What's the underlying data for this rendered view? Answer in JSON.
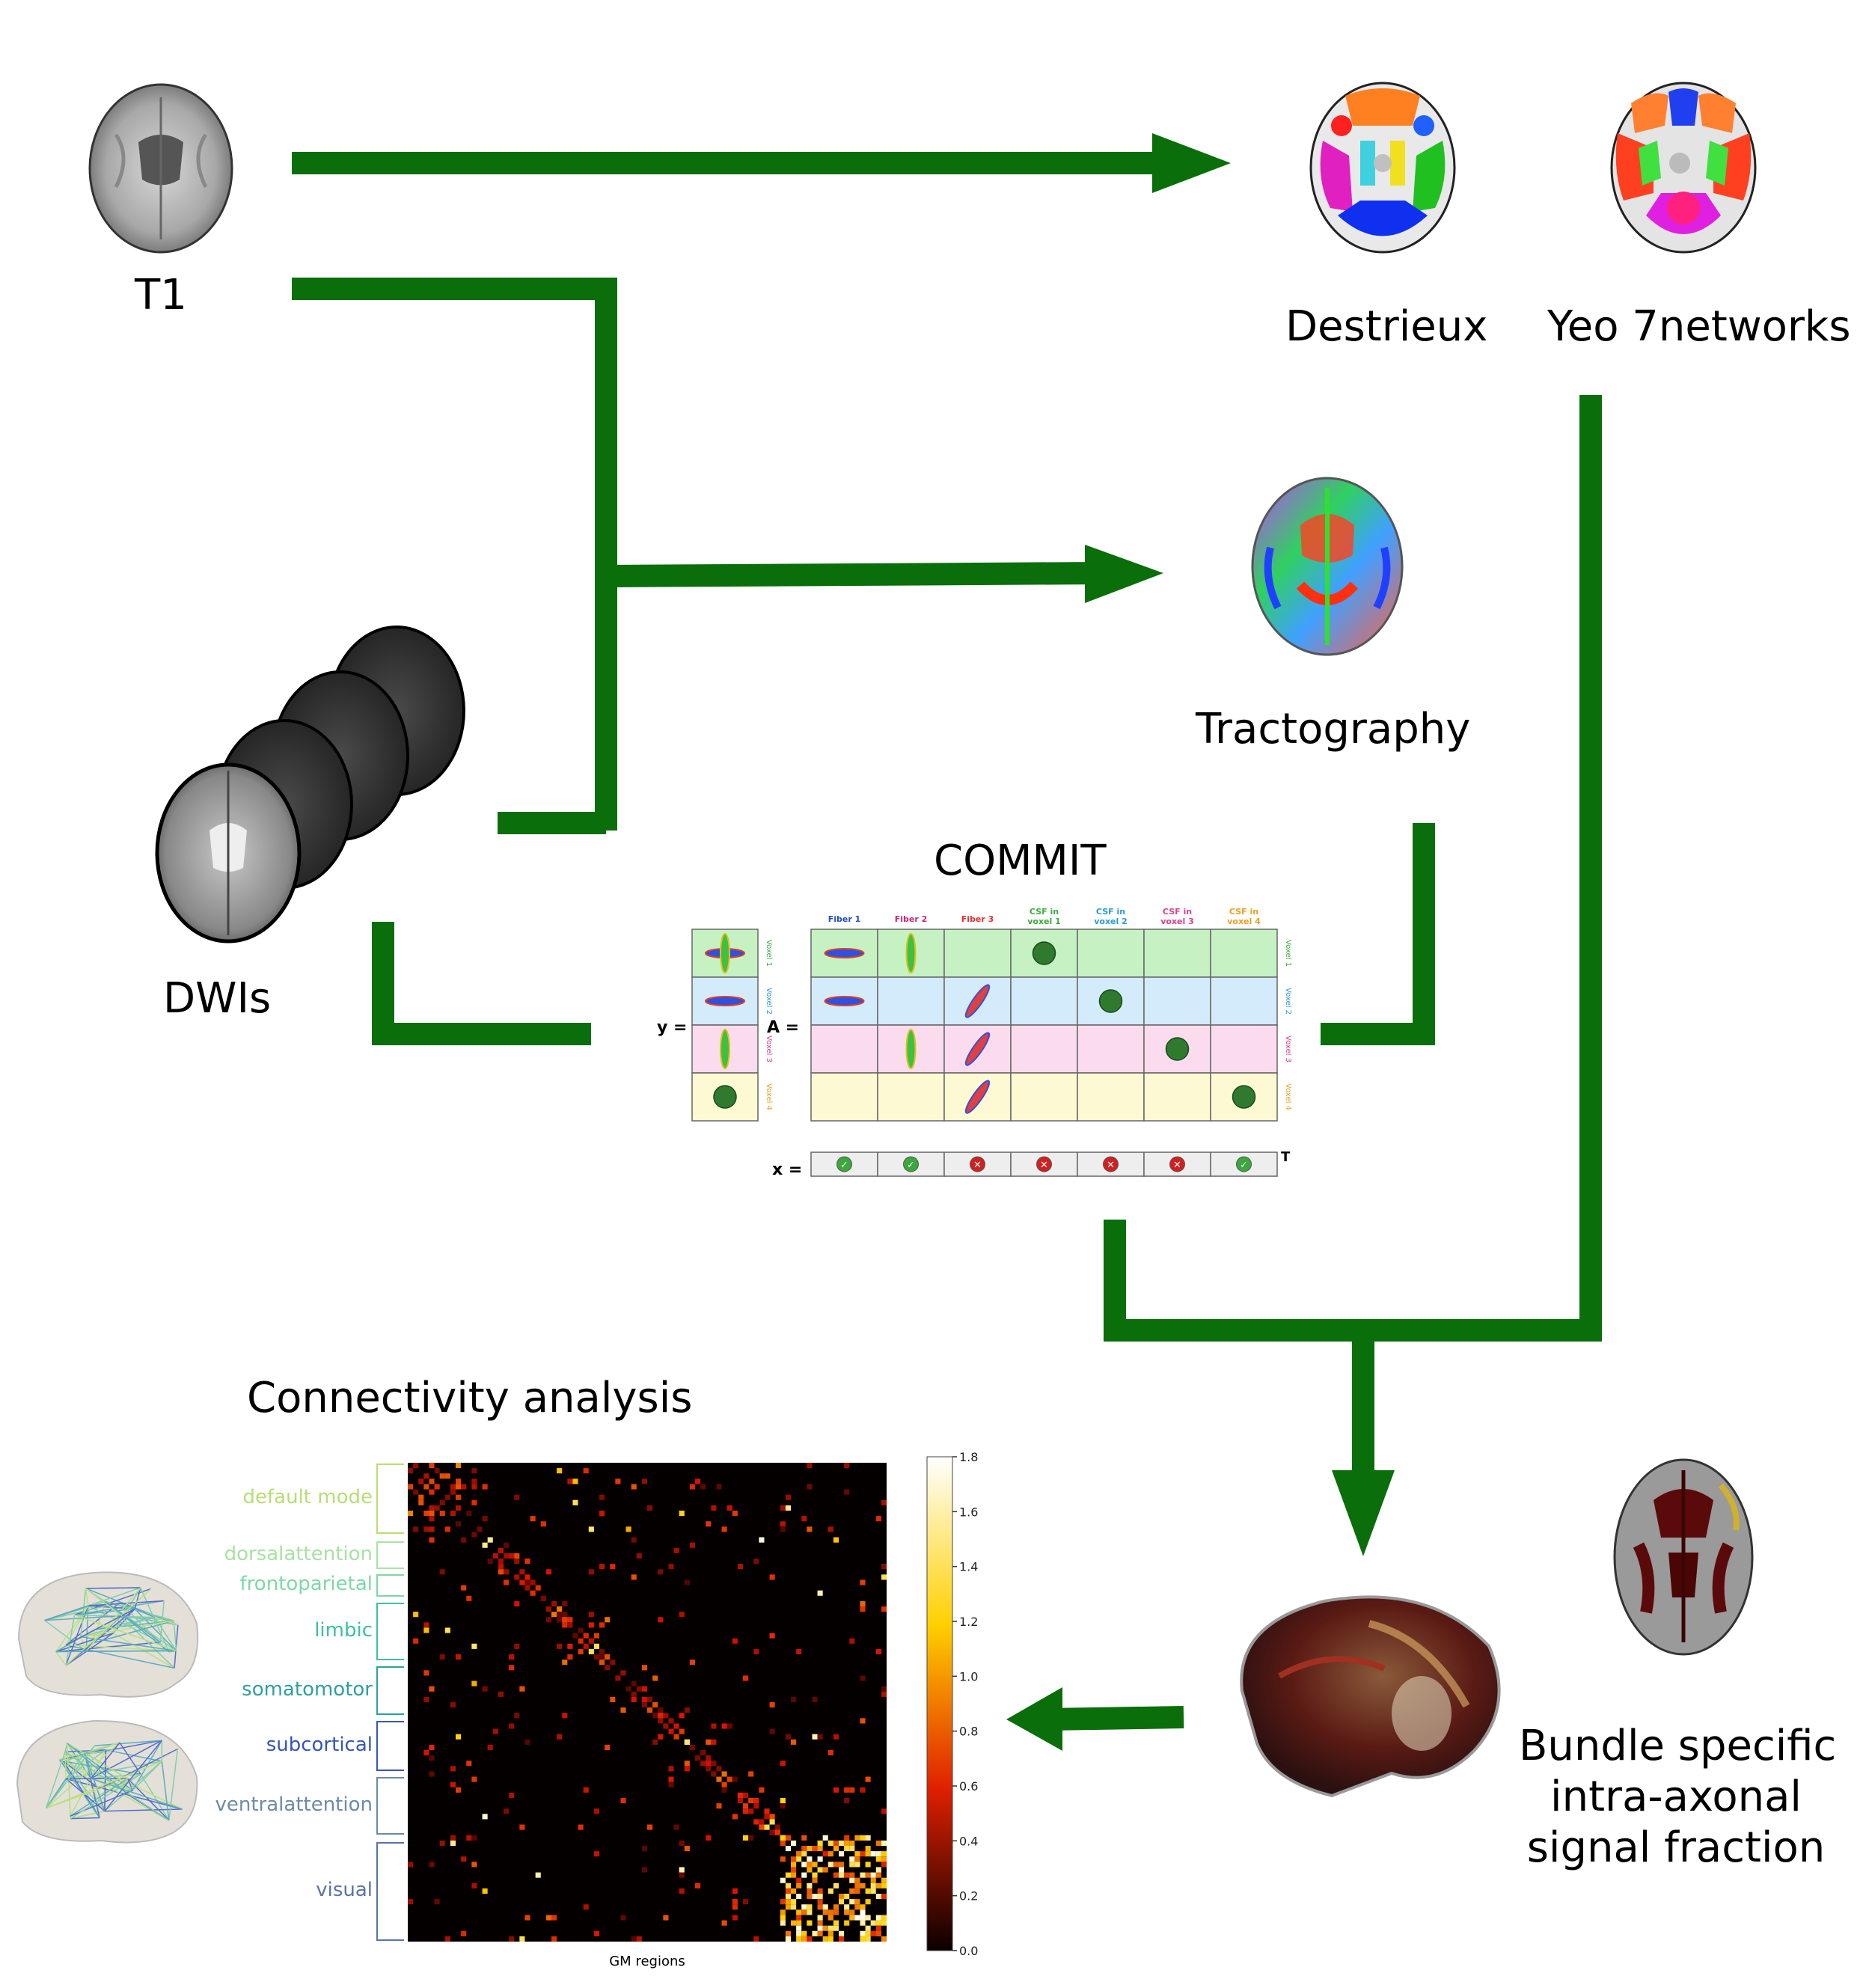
{
  "labels": {
    "t1": "T1",
    "destrieux": "Destrieux",
    "yeo": "Yeo 7networks",
    "tractography": "Tractography",
    "dwis": "DWIs",
    "commit": "COMMIT",
    "connectivity": "Connectivity analysis",
    "bundle_line1": "Bundle specific",
    "bundle_line2": "intra-axonal",
    "bundle_line3": "signal fraction"
  },
  "commit_matrix": {
    "y_label": "y =",
    "a_label": "A =",
    "x_label": "x =",
    "transpose": "T",
    "columns": [
      {
        "line1": "Fiber 1",
        "line2": "",
        "color": "#1f4fbf"
      },
      {
        "line1": "Fiber 2",
        "line2": "",
        "color": "#c0287a"
      },
      {
        "line1": "Fiber 3",
        "line2": "",
        "color": "#e03030"
      },
      {
        "line1": "CSF in",
        "line2": "voxel 1",
        "color": "#3faa3f"
      },
      {
        "line1": "CSF in",
        "line2": "voxel 2",
        "color": "#2a9ad8"
      },
      {
        "line1": "CSF in",
        "line2": "voxel 3",
        "color": "#d8408e"
      },
      {
        "line1": "CSF in",
        "line2": "voxel 4",
        "color": "#e8a020"
      }
    ],
    "rows": [
      {
        "label": "Voxel 1",
        "color": "#3faa3f",
        "bg": "#c6f2c3"
      },
      {
        "label": "Voxel 2",
        "color": "#2a9ad8",
        "bg": "#d3ebfa"
      },
      {
        "label": "Voxel 3",
        "color": "#d8408e",
        "bg": "#fbdcee"
      },
      {
        "label": "Voxel 4",
        "color": "#e8a020",
        "bg": "#fdf9d2"
      }
    ],
    "x_values": [
      "check",
      "check",
      "cross",
      "cross",
      "cross",
      "cross",
      "check"
    ]
  },
  "networks": [
    {
      "name": "default mode",
      "color": "#b8de74"
    },
    {
      "name": "dorsalattention",
      "color": "#a7e3a2"
    },
    {
      "name": "frontoparietal",
      "color": "#7ed8a8"
    },
    {
      "name": "limbic",
      "color": "#3cc0a3"
    },
    {
      "name": "somatomotor",
      "color": "#2fa0a0"
    },
    {
      "name": "subcortical",
      "color": "#3655b8"
    },
    {
      "name": "ventralattention",
      "color": "#6d8aa8"
    },
    {
      "name": "visual",
      "color": "#5a73a8"
    }
  ],
  "chart_data": {
    "type": "heatmap",
    "xlabel": "GM regions",
    "colorbar_ticks": [
      "0.0",
      "0.2",
      "0.4",
      "0.6",
      "0.8",
      "1.0",
      "1.2",
      "1.4",
      "1.6",
      "1.8"
    ],
    "vmin": 0.0,
    "vmax": 1.8,
    "colormap": "hot"
  },
  "colors": {
    "arrow": "#0a6e0a"
  }
}
